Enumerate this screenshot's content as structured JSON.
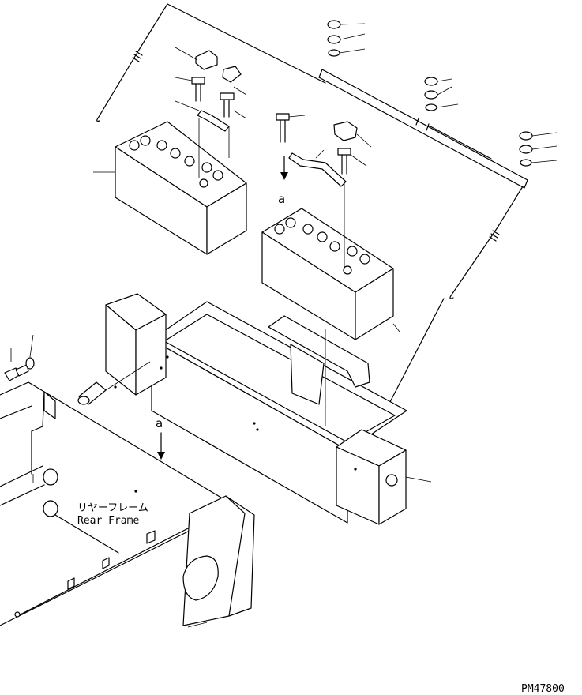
{
  "labels": {
    "callout_a_upper": "a",
    "callout_a_lower": "a",
    "frame_label_jp": "リヤーフレーム",
    "frame_label_en": "Rear Frame",
    "drawing_number": "PM47800"
  }
}
